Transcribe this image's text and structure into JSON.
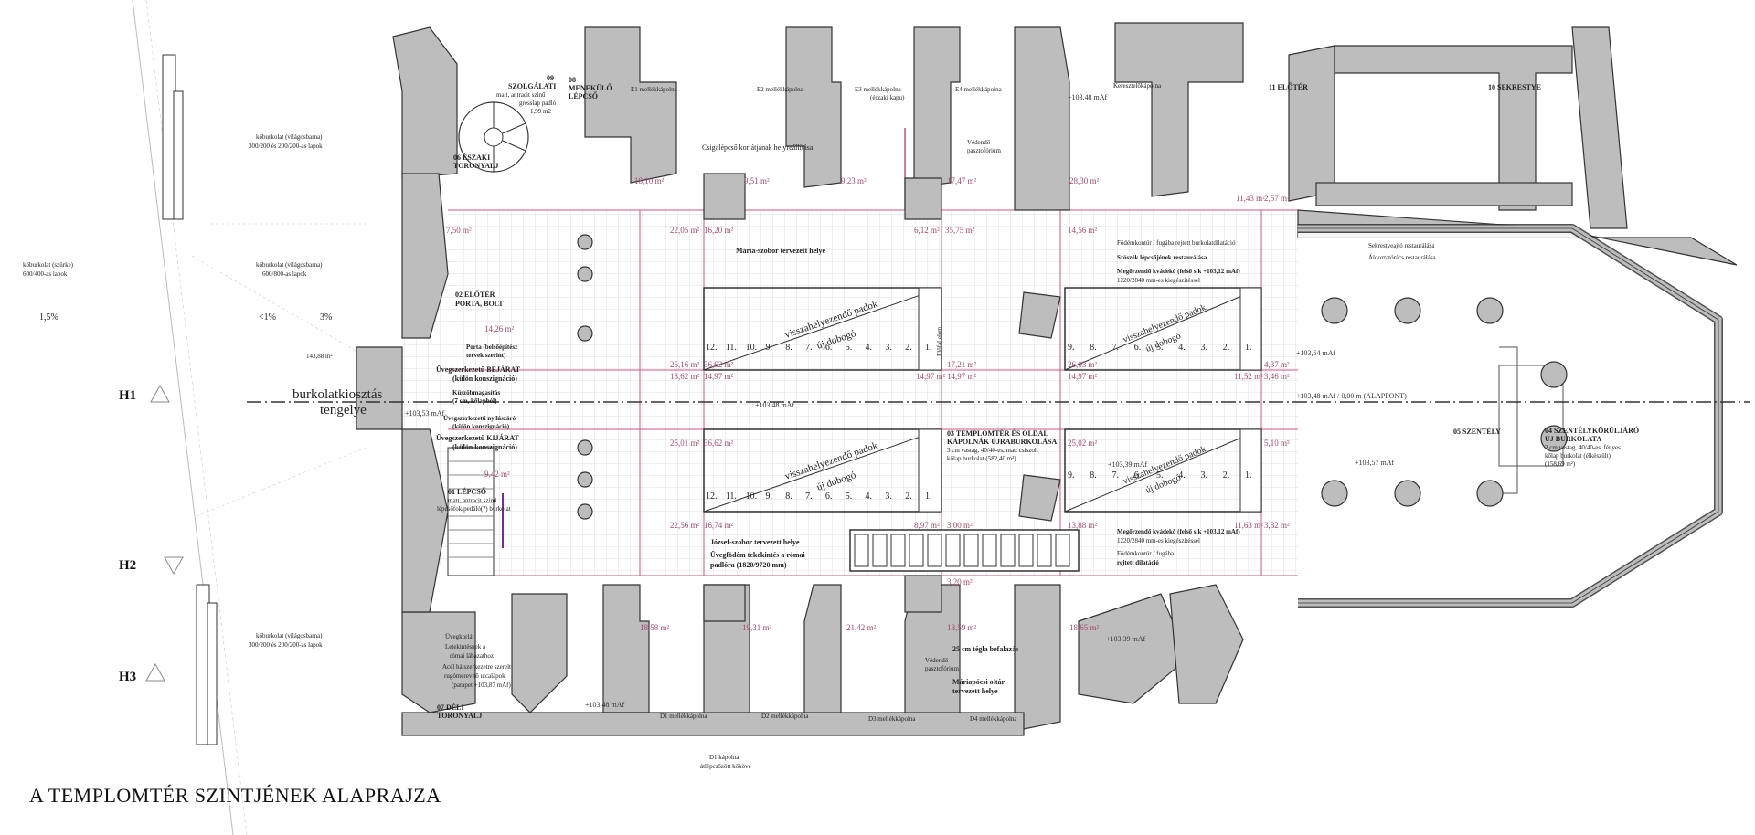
{
  "title": "A TEMPLOMTÉR SZINTJÉNEK ALAPRAJZA",
  "axis_label": {
    "line1": "burkolatkiosztás",
    "line2": "tengelye"
  },
  "section_marks": [
    "H1",
    "H2",
    "H3"
  ],
  "rooms": {
    "r01": {
      "line1": "01 LÉPCSŐ",
      "line2": "matt, antracit színű",
      "line3": "lépcsőfok/pedáló(?) burkolat"
    },
    "r02": {
      "line1": "02 ELŐTÉR",
      "line2": "PORTA, BOLT"
    },
    "r03": {
      "line1": "03 TEMPLOMTÉR ÉS OLDAL",
      "line2": "KÁPOLNÁK ÚJRABURKOLÁSA",
      "line3": "3 cm vastag, 40/40-es, matt csiszolt",
      "line4": "kőlap burkolat (582,40 m²)"
    },
    "r04": {
      "line1": "04 SZENTÉLYKÖRÜLJÁRÓ",
      "line2": "ÚJ BURKOLATA",
      "line3": "2 cm vastag, 40/40-es, fényes",
      "line4": "kőlap burkolat (élkészült)",
      "line5": "(158,69 m²)"
    },
    "r05": {
      "line1": "05 SZENTÉLY"
    },
    "r06": {
      "line1": "06 ÉSZAKI",
      "line2": "TORONYALJ"
    },
    "r07": {
      "line1": "07 DÉLI",
      "line2": "TORONYALJ"
    },
    "r08": {
      "line1": "08",
      "line2": "MENEKÜLŐ",
      "line3": "LÉPCSŐ"
    },
    "r09": {
      "line1": "09",
      "line2": "SZOLGÁLATI",
      "line3": "matt, antracit színű",
      "line4": "gresslap padló",
      "line5": "1,99 m2"
    },
    "r10": {
      "line1": "10 SEKRESTYE"
    },
    "r11": {
      "line1": "11 ELŐTÉR"
    }
  },
  "chapels": {
    "e1": "E1 mellékkápolna",
    "e2": "E2 mellékkápolna",
    "e3a": "E3 mellékkápolna",
    "e3b": "(északi kapu)",
    "e4": "E4 mellékkápolna",
    "kereszt": "Keresztelőkápolna",
    "d1": "D1 mellékkápolna",
    "d2": "D2 mellékkápolna",
    "d3": "D3 mellékkápolna",
    "d4": "D4 mellékkápolna"
  },
  "notes": {
    "csigalepcso": "Csigalépcső korlátjának helyreállítása",
    "vedendo1a": "Védendő",
    "vedendo1b": "pasztofórium",
    "vedendo2a": "Védendő",
    "vedendo2b": "pasztofórium",
    "maria": "Mária-szobor tervezett helye",
    "jozsef": "József-szobor tervezett helye",
    "uveg1": "Üvegfödém tekekintés a római",
    "uveg2": "padlóra (1820/9720 mm)",
    "fodem1": "Födémkontúr / fugába rejtett burkolatdilatáció",
    "szoszek": "Szószék lépcsőjének restaurálása",
    "megorzendo1a": "Megőrzendő kvádekő (felső sík +103,12 mAf)",
    "megorzendo1b": "1220/2840 mm-es kiegészítéssel",
    "megorzendo2a": "Megőrzendő kvádekő (felső sík +103,12 mAf)",
    "megorzendo2b": "1220/2840 mm-es kiegészítéssel",
    "fodem2a": "Födémkontúr / fugába",
    "fodem2b": "rejtett dilatáció",
    "sekrestyeajto": "Sekrestyeajtó restaurálása",
    "aldoztato": "Áldoztatórács restaurálása",
    "porta1": "Porta (belsőépítész",
    "porta2": "tervek szerint)",
    "bejarat1": "Üvegszerkezetű BEJÁRAT",
    "bejarat2": "(külön konszignáció)",
    "kuszob1": "Küszöbmagasítás",
    "kuszob2": "(7 cm, kőlapból)",
    "nyilaszaro1": "Üvegszerkezetű nyílászáró",
    "nyilaszaro2": "(külön konszignáció)",
    "kijarat1": "Üvegszerkezetű KIJÁRAT",
    "kijarat2": "(külön konszignáció)",
    "tegla": "25 cm tégla befalazás",
    "mariapocs1": "Máriapócsi oltár",
    "mariapocs2": "tervezett helye",
    "uvegkorlat": "Üvegkorlát",
    "lelatas1": "Letekintésnek a",
    "lelatas2": "római lábazathoz",
    "acel1": "Acél hátszerkezetre szerelt",
    "acel2": "rugómerevítő utcalápok",
    "acel3": "(parapet +103,87 mAf)",
    "d1kapolna1": "D1 kápolna",
    "d1kapolna2": "átlépcsőzött kőkövé",
    "pad1": "visszahelyezendő padok",
    "pad2": "új dobogó",
    "elofal": "Előfal elem"
  },
  "outside": {
    "kob1a": "kőburkolat (világosbarna)",
    "kob1b": "300/200 és 200/200-as lapok",
    "kob2a": "kőburkolat (világosbarna)",
    "kob2b": "600/800-as lapok",
    "kob3a": "kőburkolat (szürke)",
    "kob3b": "600/400-as lapok",
    "kob4a": "kőburkolat (világosbarna)",
    "kob4b": "300/200 és 200/200-as lapok",
    "slope1": "1,5%",
    "slope2": "<1%",
    "slope3": "3%",
    "lvl_out": "143,88 m²"
  },
  "levels": {
    "l1": "+103,48 mAf",
    "l2": "+103,64 mAf",
    "l3": "+103,48 mAf / 0,00 m (ALAPPONT)",
    "l4": "+103,57 mAf",
    "l5": "+103,39 mAf",
    "l6": "+103,53 mAf",
    "l7": "+103,48 mAf",
    "l8": "+103,39 mAf",
    "l9": "+103,48 mAf"
  },
  "areas": {
    "a1": "18,10 m²",
    "a2": "9,51 m²",
    "a3": "9,23 m²",
    "a4": "17,47 m²",
    "a5": "28,30 m²",
    "a6": "7,50 m²",
    "a7": "22,05 m²",
    "a8": "16,20 m²",
    "a9": "6,12 m²",
    "a10": "35,75 m²",
    "a11": "14,56 m²",
    "a12": "11,43 m²",
    "a13": "2,57 m²",
    "a14": "14,26 m²",
    "a15": "25,16 m²",
    "a16": "36,62 m²",
    "a17": "17,21 m²",
    "a18": "26,03 m²",
    "a19": "4,37 m²",
    "a20": "18,62 m²",
    "a21": "14,97 m²",
    "a22": "14,97 m²",
    "a23": "14,97 m²",
    "a24": "14,97 m²",
    "a25": "11,52 m²",
    "a26": "3,46 m²",
    "a27": "25,01 m²",
    "a28": "36,62 m²",
    "a29": "25,02 m²",
    "a30": "5,10 m²",
    "a31": "9,42 m²",
    "a32": "22,56 m²",
    "a33": "16,74 m²",
    "a34": "8,97 m²",
    "a35": "3,00 m²",
    "a36": "13,88 m²",
    "a37": "11,63 m²",
    "a38": "3,82 m²",
    "a39": "3,20 m²",
    "a40": "18,58 m²",
    "a41": "19,31 m²",
    "a42": "21,42 m²",
    "a43": "18,59 m²",
    "a44": "18,65 m²"
  },
  "pews_top": [
    "12.",
    "11.",
    "10.",
    "9.",
    "8.",
    "7.",
    "6.",
    "5.",
    "4.",
    "3.",
    "2.",
    "1."
  ],
  "pews_right": [
    "9.",
    "8.",
    "7.",
    "6.",
    "5.",
    "4.",
    "3.",
    "2.",
    "1."
  ]
}
